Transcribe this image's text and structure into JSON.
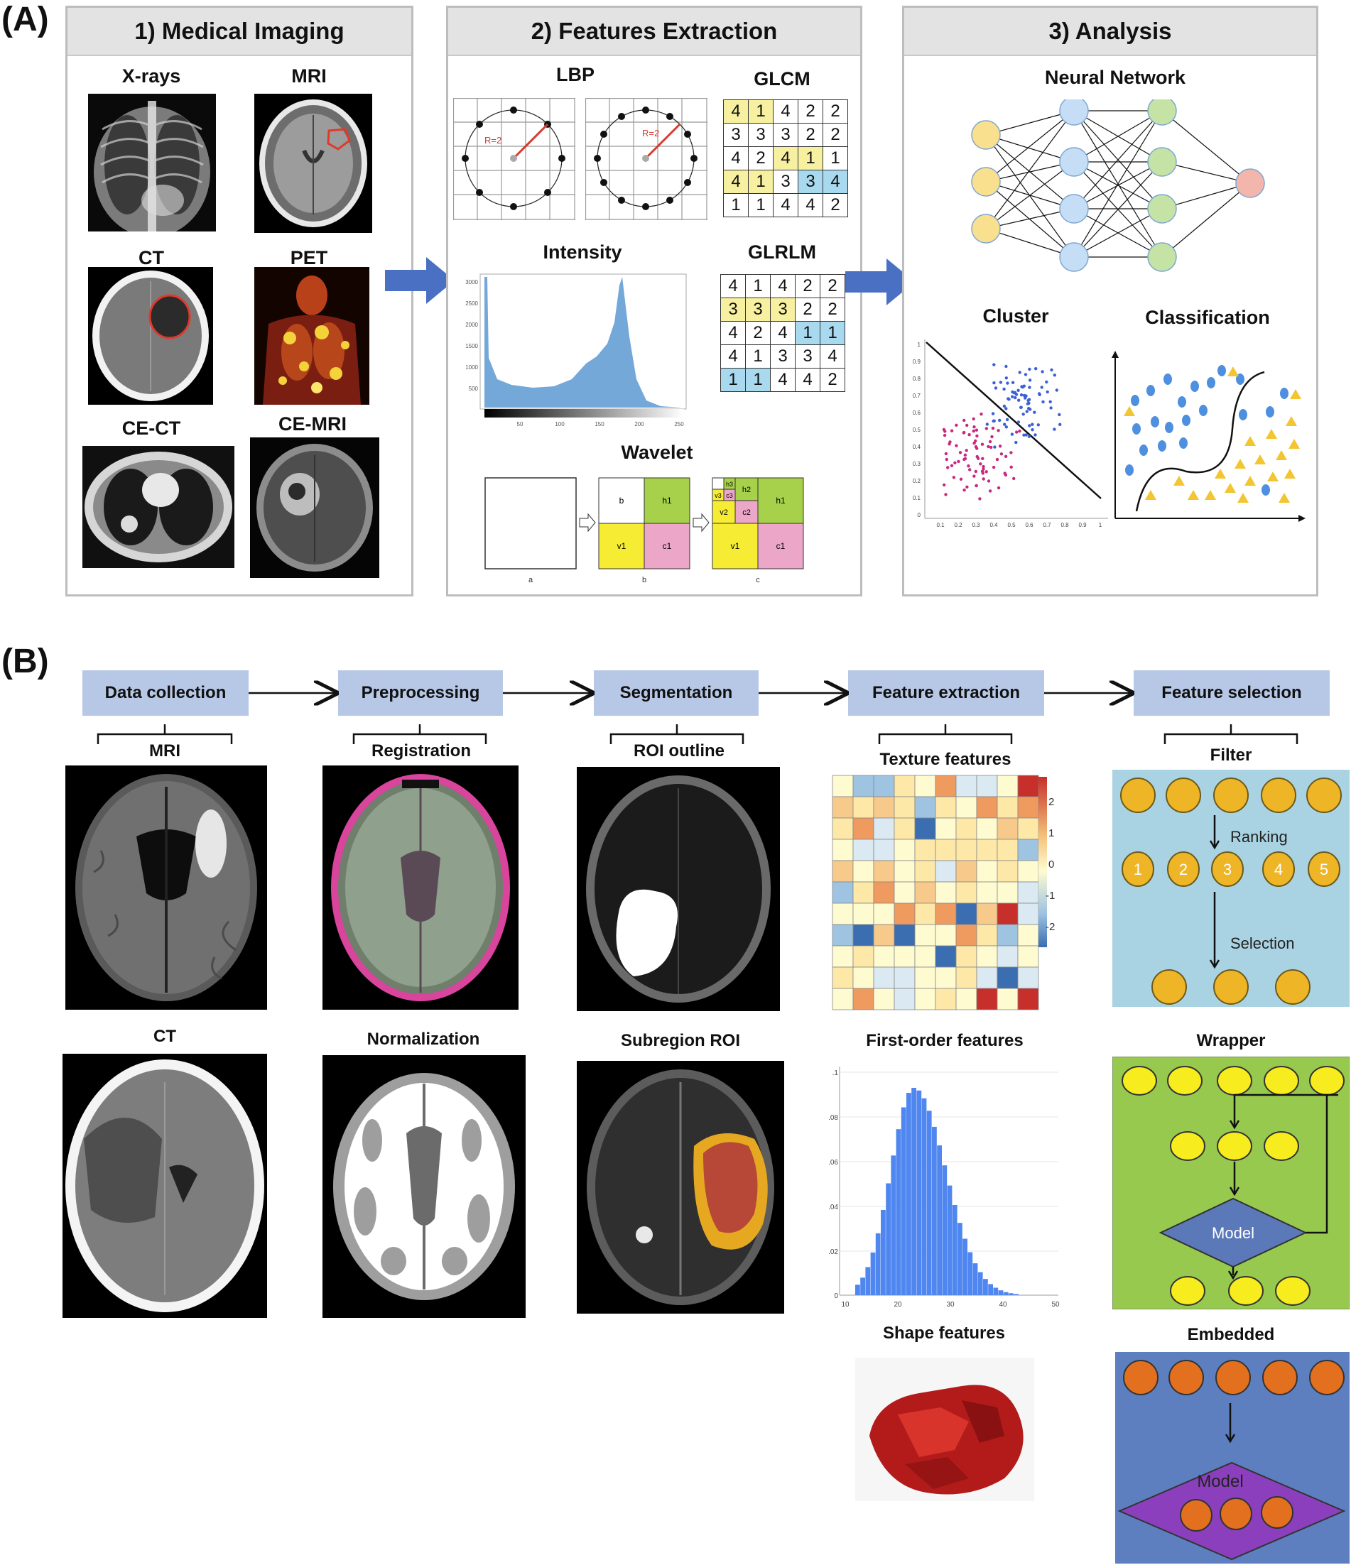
{
  "panel_a": {
    "tag": "(A)",
    "imaging": {
      "title": "1) Medical Imaging",
      "labels": [
        "X-rays",
        "MRI",
        "CT",
        "PET",
        "CE-CT",
        "CE-MRI"
      ]
    },
    "features": {
      "title": "2) Features Extraction",
      "lbp": "LBP",
      "lbp_radius": "R=2",
      "glcm": "GLCM",
      "glcm_grid": [
        [
          4,
          1,
          4,
          2,
          2
        ],
        [
          3,
          3,
          3,
          2,
          2
        ],
        [
          4,
          2,
          4,
          1,
          1
        ],
        [
          4,
          1,
          3,
          3,
          4
        ],
        [
          1,
          1,
          4,
          4,
          2
        ]
      ],
      "intensity": "Intensity",
      "intensity_yticks": [
        "3000",
        "2500",
        "2000",
        "1500",
        "1000",
        "500"
      ],
      "intensity_xticks": [
        "50",
        "100",
        "150",
        "200",
        "250"
      ],
      "glrlm": "GLRLM",
      "glrlm_grid": [
        [
          4,
          1,
          4,
          2,
          2
        ],
        [
          3,
          3,
          3,
          2,
          2
        ],
        [
          4,
          2,
          4,
          1,
          1
        ],
        [
          4,
          1,
          3,
          3,
          4
        ],
        [
          1,
          1,
          4,
          4,
          2
        ]
      ],
      "wavelet": "Wavelet",
      "wavelet_parts": {
        "b": "b",
        "h1": "h1",
        "v1": "v1",
        "c1": "c1",
        "h2": "h2",
        "v2": "v2",
        "c2": "c2",
        "h3": "h3",
        "v3": "v3",
        "c3": "c3"
      },
      "wavelet_captions": [
        "a",
        "b",
        "c"
      ]
    },
    "analysis": {
      "title": "3) Analysis",
      "neural": "Neural Network",
      "cluster": "Cluster",
      "cluster_yticks": [
        "1",
        "0.9",
        "0.8",
        "0.7",
        "0.6",
        "0.5",
        "0.4",
        "0.3",
        "0.2",
        "0.1",
        "0"
      ],
      "cluster_xticks": [
        "0.1",
        "0.2",
        "0.3",
        "0.4",
        "0.5",
        "0.6",
        "0.7",
        "0.8",
        "0.9",
        "1"
      ],
      "classification": "Classification"
    }
  },
  "panel_b": {
    "tag": "(B)",
    "steps": [
      "Data collection",
      "Preprocessing",
      "Segmentation",
      "Feature extraction",
      "Feature selection"
    ],
    "data_collection": {
      "sub1": "MRI",
      "sub2": "CT"
    },
    "preprocessing": {
      "sub1": "Registration",
      "sub2": "Normalization"
    },
    "segmentation": {
      "sub1": "ROI outline",
      "sub2": "Subregion ROI"
    },
    "extraction": {
      "texture": "Texture features",
      "texture_scale": [
        "2",
        "1",
        "0",
        "-1",
        "-2"
      ],
      "first_order": "First-order features",
      "hist_yticks": [
        ".1",
        ".08",
        ".06",
        ".04",
        ".02",
        "0"
      ],
      "hist_xticks": [
        "10",
        "20",
        "30",
        "40",
        "50"
      ],
      "shape": "Shape features"
    },
    "selection": {
      "filter": "Filter",
      "ranking": "Ranking",
      "ranks": [
        "1",
        "2",
        "3",
        "4",
        "5"
      ],
      "selection_label": "Selection",
      "wrapper": "Wrapper",
      "model": "Model",
      "embedded": "Embedded",
      "embedded_model": "Model"
    }
  },
  "colors": {
    "panel_header": "#e3e3e3",
    "arrow_blue": "#4a70c4",
    "step_box": "#b7c7e6",
    "filter_bg": "#a9d3e3",
    "wrapper_bg": "#97c94f",
    "embedded_bg": "#5d7fbf"
  }
}
